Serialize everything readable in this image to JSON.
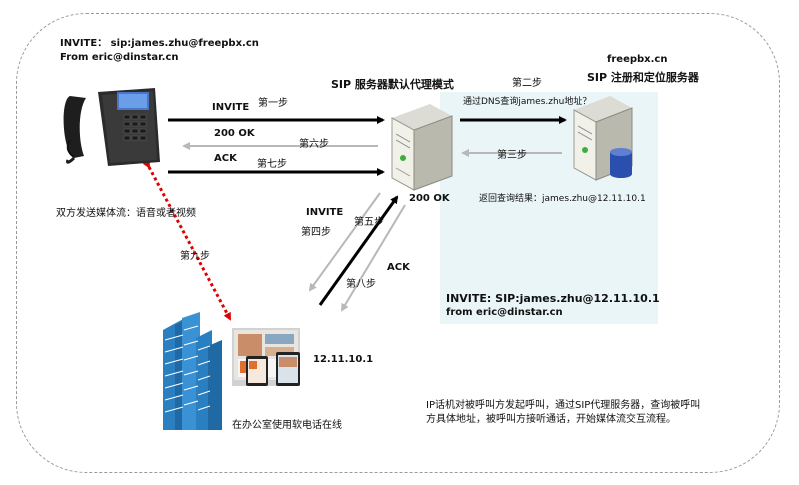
{
  "invite_header": {
    "line1": "INVITE： sip:james.zhu@freepbx.cn",
    "line2": "From eric@dinstar.cn"
  },
  "proxy": {
    "title": "SIP 服务器默认代理模式",
    "status": "200 OK"
  },
  "location_server": {
    "domain": "freepbx.cn",
    "title": "SIP 注册和定位服务器"
  },
  "flows": {
    "invite_label": "INVITE",
    "step1": "第一步",
    "ok_label": "200 OK",
    "step6": "第六步",
    "ack_label": "ACK",
    "step7": "第七步",
    "step2": "第二步",
    "dns_query": "通过DNS查询james.zhu地址？",
    "step3": "第三步",
    "query_result": "返回查询结果：james.zhu@12.11.10.1",
    "invite2_label": "INVITE",
    "step4": "第四步",
    "step5": "第五步",
    "ack2_label": "ACK",
    "step8": "第八步",
    "step9": "第九步"
  },
  "media_note": "双方发送媒体流：语音或者视频",
  "forwarded_invite": {
    "line1": "INVITE: SIP:james.zhu@12.11.10.1",
    "line2": "from eric@dinstar.cn"
  },
  "softphone": {
    "ip": "12.11.10.1",
    "caption": "在办公室使用软电话在线"
  },
  "description": {
    "line1": "IP话机对被呼叫方发起呼叫，通过SIP代理服务器，查询被呼叫",
    "line2": "方具体地址，被呼叫方接听通话，开始媒体流交互流程。"
  },
  "colors": {
    "arrow_dark": "#000000",
    "arrow_light": "#b8b8b8",
    "media_link": "#e00000",
    "panel_bg": "#eaf5f7",
    "building": "#2a7fc0"
  }
}
